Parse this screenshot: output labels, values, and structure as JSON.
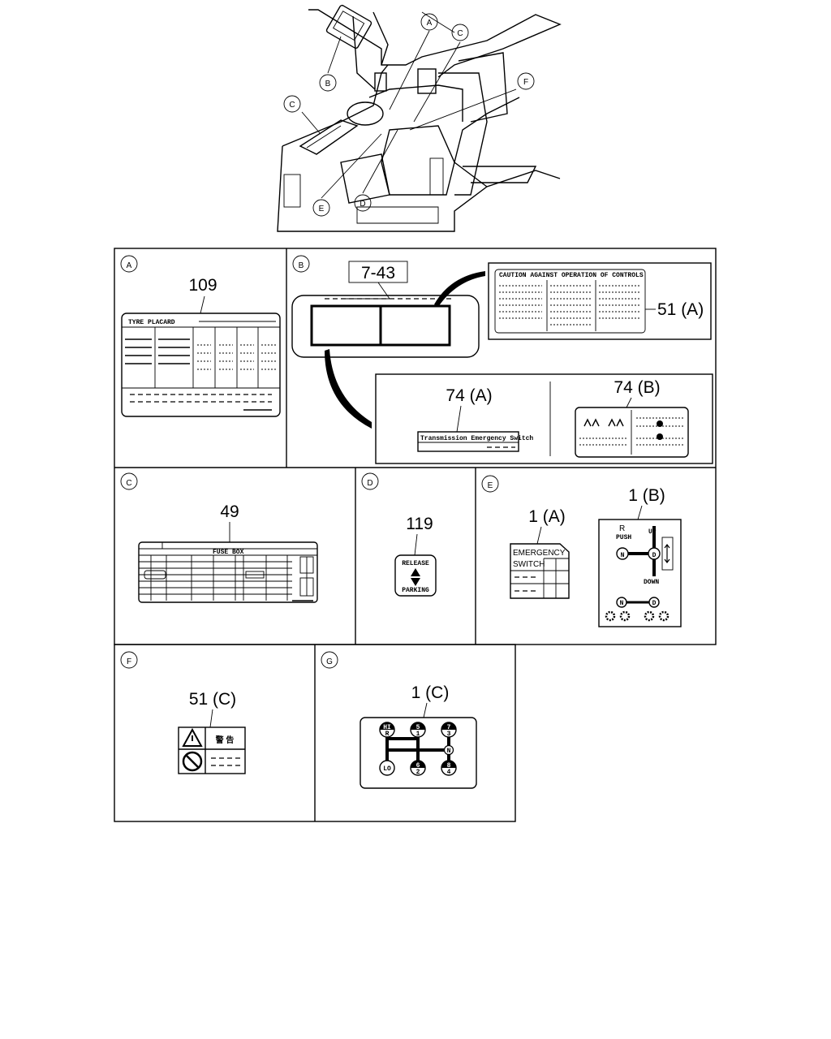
{
  "overview": {
    "callouts": [
      {
        "letter": "A"
      },
      {
        "letter": "B"
      },
      {
        "letter": "C"
      },
      {
        "letter": "C"
      },
      {
        "letter": "D"
      },
      {
        "letter": "E"
      },
      {
        "letter": "F"
      }
    ]
  },
  "panels": {
    "A": {
      "letter": "A",
      "ref": "109",
      "label_title": "TYRE PLACARD"
    },
    "B": {
      "letter": "B",
      "ref_box": "7-43",
      "ref_51a": "51 (A)",
      "label_51a_title": "CAUTION AGAINST OPERATION OF CONTROLS",
      "ref_74a": "74 (A)",
      "label_74a_text": "Transmission Emergency Switch",
      "ref_74b": "74 (B)"
    },
    "C": {
      "letter": "C",
      "ref": "49",
      "label_title": "FUSE BOX"
    },
    "D": {
      "letter": "D",
      "ref": "119",
      "release": "RELEASE",
      "parking": "PARKING"
    },
    "E": {
      "letter": "E",
      "ref_1a": "1 (A)",
      "emergency": "EMERGENCY",
      "switch": "SWITCH",
      "ref_1b": "1 (B)",
      "r": "R",
      "push": "PUSH",
      "up": "UP",
      "down": "DOWN",
      "n": "N",
      "d": "D"
    },
    "F": {
      "letter": "F",
      "ref": "51 (C)",
      "warning": "警 告"
    },
    "G": {
      "letter": "G",
      "ref": "1 (C)",
      "gears": {
        "hi": "HI",
        "r": "R",
        "g1": "1",
        "g2": "2",
        "g3": "3",
        "g4": "4",
        "g5": "5",
        "g6": "6",
        "g7": "7",
        "n": "N",
        "lo": "LO"
      }
    }
  }
}
